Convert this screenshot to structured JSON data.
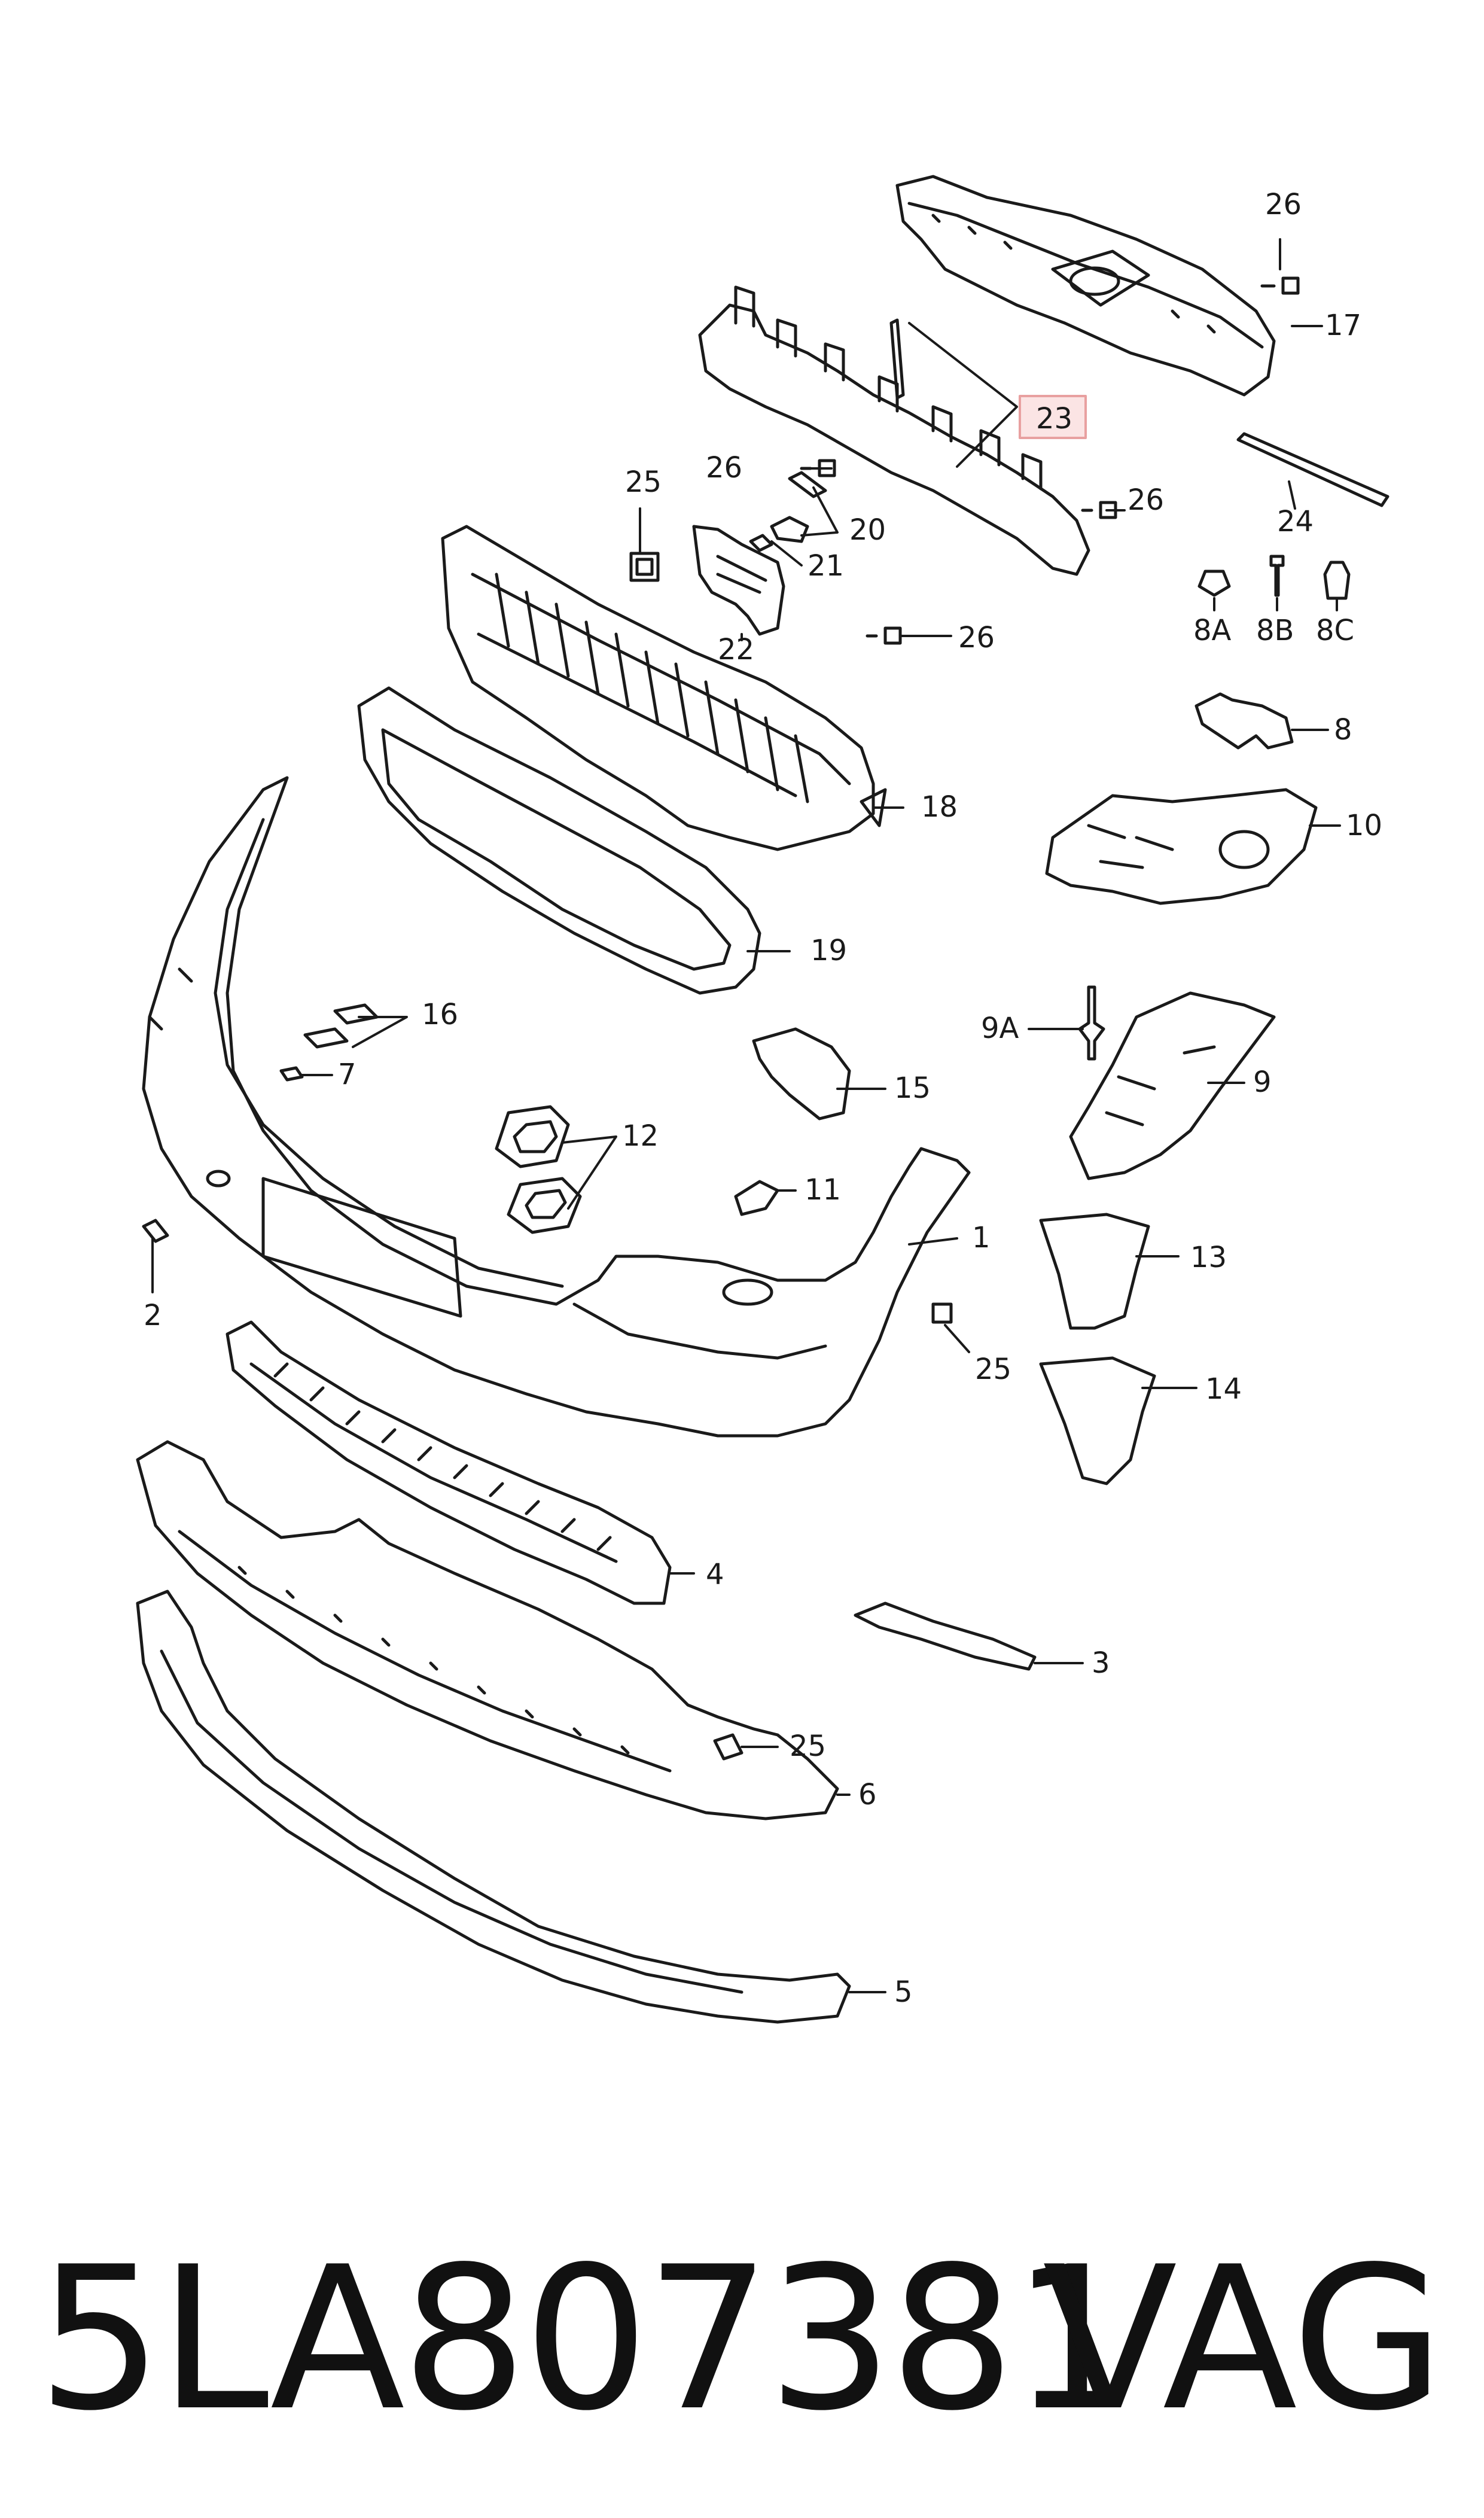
{
  "footer": {
    "part_number": "5LA807381",
    "brand": "VAG"
  },
  "highlight_color": "#e8a0a0",
  "callouts": [
    {
      "id": "c26a",
      "label": "26"
    },
    {
      "id": "c17",
      "label": "17"
    },
    {
      "id": "c23",
      "label": "23"
    },
    {
      "id": "c26b",
      "label": "26"
    },
    {
      "id": "c25a",
      "label": "25"
    },
    {
      "id": "c20",
      "label": "20"
    },
    {
      "id": "c26c",
      "label": "26"
    },
    {
      "id": "c24",
      "label": "24"
    },
    {
      "id": "c21",
      "label": "21"
    },
    {
      "id": "c22",
      "label": "22"
    },
    {
      "id": "c26d",
      "label": "26"
    },
    {
      "id": "c8a",
      "label": "8A"
    },
    {
      "id": "c8b",
      "label": "8B"
    },
    {
      "id": "c8c",
      "label": "8C"
    },
    {
      "id": "c8",
      "label": "8"
    },
    {
      "id": "c18",
      "label": "18"
    },
    {
      "id": "c10",
      "label": "10"
    },
    {
      "id": "c19",
      "label": "19"
    },
    {
      "id": "c16",
      "label": "16"
    },
    {
      "id": "c9a",
      "label": "9A"
    },
    {
      "id": "c7",
      "label": "7"
    },
    {
      "id": "c15",
      "label": "15"
    },
    {
      "id": "c9",
      "label": "9"
    },
    {
      "id": "c12",
      "label": "12"
    },
    {
      "id": "c11",
      "label": "11"
    },
    {
      "id": "c1",
      "label": "1"
    },
    {
      "id": "c13",
      "label": "13"
    },
    {
      "id": "c2",
      "label": "2"
    },
    {
      "id": "c25b",
      "label": "25"
    },
    {
      "id": "c14",
      "label": "14"
    },
    {
      "id": "c4",
      "label": "4"
    },
    {
      "id": "c3",
      "label": "3"
    },
    {
      "id": "c25c",
      "label": "25"
    },
    {
      "id": "c6",
      "label": "6"
    },
    {
      "id": "c5",
      "label": "5"
    }
  ]
}
